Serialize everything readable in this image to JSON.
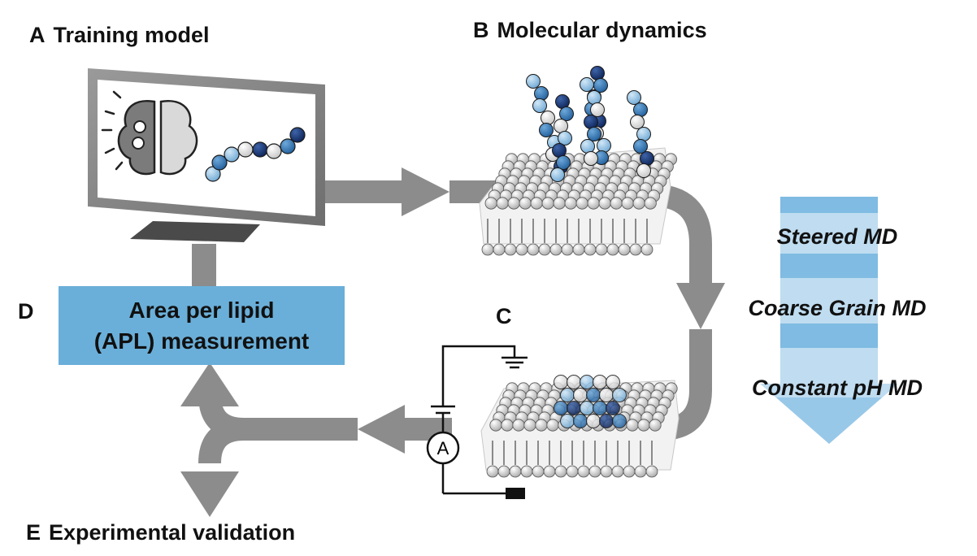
{
  "panels": {
    "a": {
      "letter": "A",
      "title": "Training model"
    },
    "b": {
      "letter": "B",
      "title": "Molecular dynamics"
    },
    "c": {
      "letter": "C"
    },
    "d": {
      "letter": "D",
      "box_line1": "Area per lipid",
      "box_line2": "(APL) measurement"
    },
    "e": {
      "letter": "E",
      "title": "Experimental validation"
    }
  },
  "md_methods": [
    "Steered MD",
    "Coarse Grain MD",
    "Constant pH MD"
  ],
  "ammeter_symbol": "A",
  "colors": {
    "flow_arrow": "#8c8c8c",
    "box": "#6aafd9",
    "md_arrow_light": "#bfdcf0",
    "md_arrow_dark": "#7fbbe2",
    "peptide_dark": "#14346e",
    "peptide_mid": "#2e74b5",
    "peptide_light": "#8ec2e6",
    "lipid_head": "#e4e4e4"
  }
}
